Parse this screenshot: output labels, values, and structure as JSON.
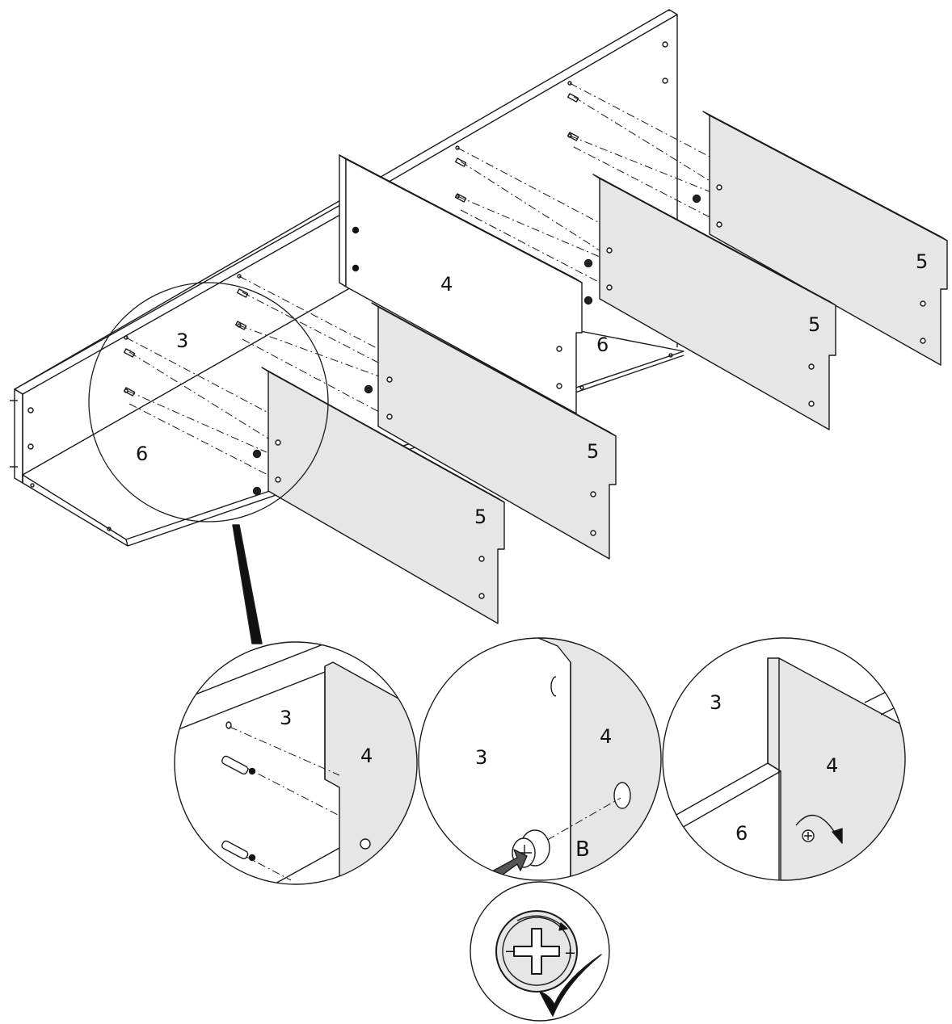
{
  "main_view": {
    "labels": {
      "panel_3": "3",
      "panel_4": "4",
      "panel_6_left": "6",
      "panel_6_right": "6",
      "shelf_a": "5",
      "shelf_b": "5",
      "shelf_c": "5",
      "shelf_d": "5"
    }
  },
  "detail_1": {
    "label_3": "3",
    "label_4": "4"
  },
  "detail_2": {
    "label_3": "3",
    "label_4": "4",
    "label_b": "B"
  },
  "detail_3": {
    "label_3": "3",
    "label_4": "4",
    "label_6": "6"
  },
  "detail_4": {
    "minus": "−",
    "plus": "+"
  },
  "colors": {
    "line": "#1a1a1a",
    "panel_fill": "#ffffff",
    "shelf_fill": "#e6e6e6",
    "marker": "#111111"
  },
  "icons": [
    "magnify-callout",
    "wooden-dowel",
    "cam-lock",
    "push-arrow",
    "rotate-arrow",
    "phillips-screw-head",
    "check-mark"
  ]
}
